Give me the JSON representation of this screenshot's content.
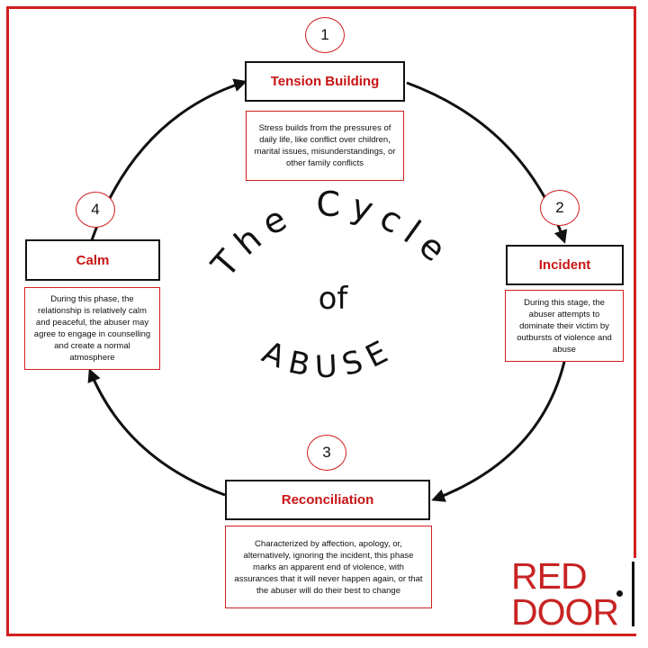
{
  "title": {
    "line1": "The Cycle",
    "line2": "of",
    "line3": "ABUSE"
  },
  "stages": [
    {
      "number": "1",
      "name": "Tension Building",
      "description": "Stress builds from the pressures of daily life, like conflict over children, marital issues, misunderstandings, or other family conflicts"
    },
    {
      "number": "2",
      "name": "Incident",
      "description": "During this stage, the abuser attempts to dominate their victim by outbursts of violence and abuse"
    },
    {
      "number": "3",
      "name": "Reconciliation",
      "description": "Characterized by affection, apology, or, alternatively, ignoring the incident, this phase marks an apparent end of violence, with assurances that it will never happen again, or that the abuser will do their best to change"
    },
    {
      "number": "4",
      "name": "Calm",
      "description": "During this phase, the relationship is relatively calm and peaceful, the abuser may agree to engage in counselling and create a normal atmosphere"
    }
  ],
  "logo": {
    "line1": "RED",
    "line2": "DOOR"
  },
  "colors": {
    "accent": "#c81414",
    "border": "#d11f1f",
    "text": "#111111"
  }
}
